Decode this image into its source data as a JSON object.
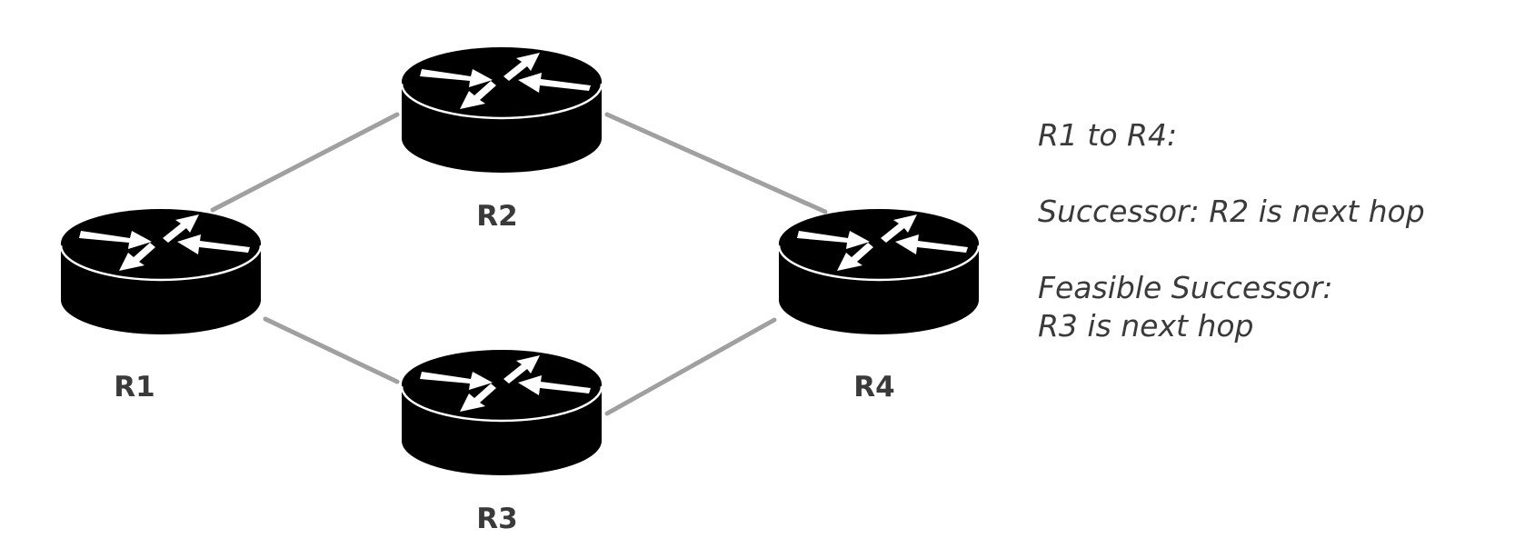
{
  "routers": [
    {
      "id": "r1",
      "label": "R1"
    },
    {
      "id": "r2",
      "label": "R2"
    },
    {
      "id": "r3",
      "label": "R3"
    },
    {
      "id": "r4",
      "label": "R4"
    }
  ],
  "links": [
    {
      "from": "R1",
      "to": "R2"
    },
    {
      "from": "R2",
      "to": "R4"
    },
    {
      "from": "R1",
      "to": "R3"
    },
    {
      "from": "R3",
      "to": "R4"
    }
  ],
  "notes": {
    "heading": "R1 to R4:",
    "successor": "Successor:  R2 is next hop",
    "feasible_line1": "Feasible Successor:",
    "feasible_line2": "R3 is next hop"
  },
  "colors": {
    "link": "#a0a0a0",
    "router": "#000000",
    "arrow": "#ffffff",
    "text": "#3a3a3a"
  }
}
